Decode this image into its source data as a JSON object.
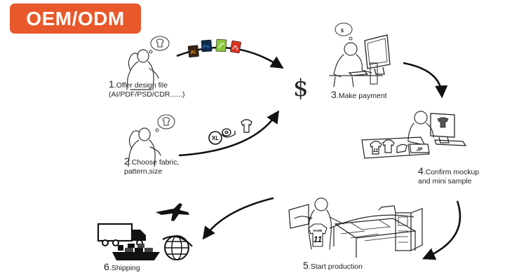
{
  "badge": {
    "text": "OEM/ODM",
    "color": "#e8582a"
  },
  "currency_symbol": "$",
  "steps": [
    {
      "num": "1",
      "line1": ".Offer design file",
      "line2": "(AI/PDF/PSD/CDR......)"
    },
    {
      "num": "2",
      "line1": ".Choose fabric,",
      "line2": "pattern,size"
    },
    {
      "num": "3",
      "line1": ".Make payment",
      "line2": ""
    },
    {
      "num": "4",
      "line1": ".Confirm mockup",
      "line2": "and mini sample"
    },
    {
      "num": "5",
      "line1": ".Start production",
      "line2": ""
    },
    {
      "num": "6",
      "line1": ".Shipping",
      "line2": ""
    }
  ],
  "file_icons": [
    {
      "text": "Ai",
      "color": "#f29a1f"
    },
    {
      "text": "Ps",
      "color": "#2b6cc4"
    },
    {
      "text": "",
      "color": "#8cc63f"
    },
    {
      "text": "",
      "color": "#d9321f"
    }
  ],
  "choice_icons": {
    "size": "XL"
  },
  "jersey_number": "11",
  "jersey_name": "NAME",
  "shirt_logo": "JP"
}
